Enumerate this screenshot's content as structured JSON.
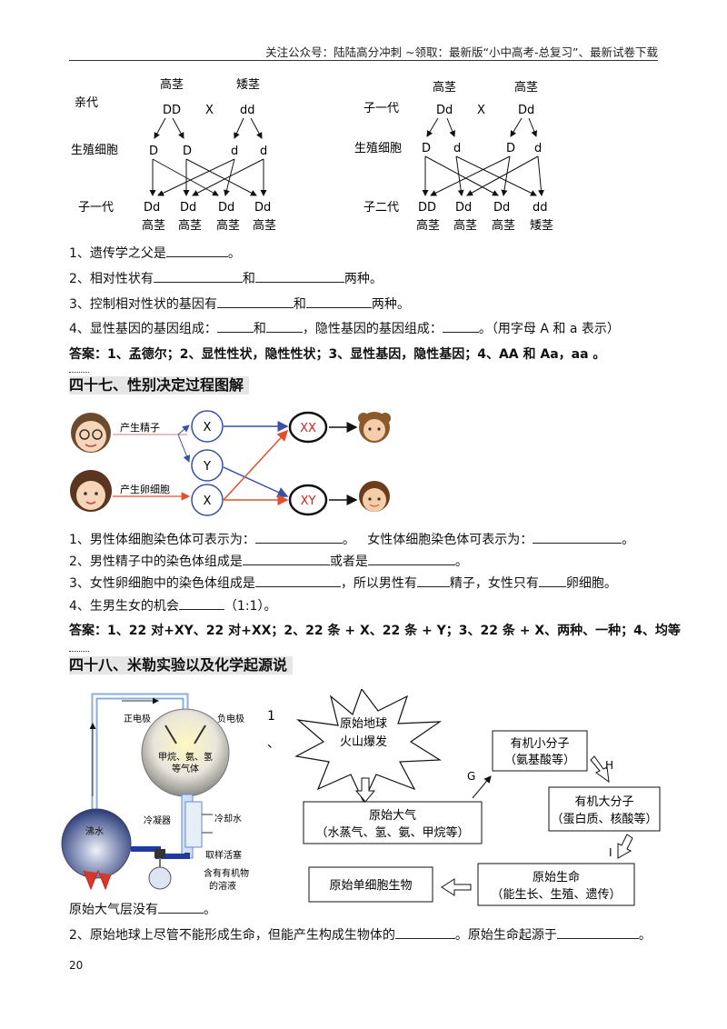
{
  "header": {
    "text": "关注公众号：陆陆高分冲刺  ~领取：最新版“小中高考-总复习”、最新试卷下载"
  },
  "cross1": {
    "parent_label": "亲代",
    "gamete_label": "生殖细胞",
    "offspring_label": "子一代",
    "p1_trait": "高茎",
    "p2_trait": "矮茎",
    "p1": "DD",
    "p2": "dd",
    "x": "X",
    "gametes": [
      "D",
      "D",
      "d",
      "d"
    ],
    "offspring": [
      "Dd",
      "Dd",
      "Dd",
      "Dd"
    ],
    "traits": [
      "高茎",
      "高茎",
      "高茎",
      "高茎"
    ]
  },
  "cross2": {
    "parent_label": "子一代",
    "gamete_label": "生殖细胞",
    "offspring_label": "子二代",
    "p1_trait": "高茎",
    "p2_trait": "高茎",
    "p1": "Dd",
    "p2": "Dd",
    "x": "X",
    "gametes": [
      "D",
      "d",
      "D",
      "d"
    ],
    "offspring": [
      "DD",
      "Dd",
      "Dd",
      "dd"
    ],
    "traits": [
      "高茎",
      "高茎",
      "高茎",
      "矮茎"
    ]
  },
  "genetics_questions": [
    {
      "pre": "1、遗传学之父是",
      "post": "。"
    },
    {
      "pre": "2、相对性状有",
      "mid": "和",
      "post": "两种。"
    },
    {
      "pre": "3、控制相对性状的基因有",
      "mid": "和",
      "post": "两种。"
    },
    {
      "pre": "4、显性基因的基因组成：",
      "mid": "和",
      "mid2": "，隐性基因的基因组成：",
      "post": "。（用字母 A 和 a 表示）"
    }
  ],
  "answer1": "答案：1、孟德尔；2、显性性状，隐性性状；3、显性基因，隐性基因；4、AA 和 Aa，aa 。",
  "section47": {
    "title": "四十七、性别决定过程图解"
  },
  "sex_diagram": {
    "sperm_label": "产生精子",
    "egg_label": "产生卵细胞",
    "sperm": [
      "X",
      "Y"
    ],
    "egg": "X",
    "results": [
      "XX",
      "XY"
    ]
  },
  "sex_questions": [
    {
      "pre": "1、男性体细胞染色体可表示为：",
      "mid": "。   女性体细胞染色体可表示为：",
      "post": "。"
    },
    {
      "pre": "2、男性精子中的染色体组成是",
      "mid": "或者是",
      "post": "。"
    },
    {
      "pre": "3、女性卵细胞中的染色体组成是",
      "mid": "，所以男性有",
      "mid2": "精子，女性只有",
      "post": "卵细胞。"
    },
    {
      "pre": "4、生男生女的机会",
      "post": "（1:1）。"
    }
  ],
  "answer2": "答案：1、22 对+XY、22 对+XX；2、22 条 + X、22 条 + Y；3、22 条 + X、两种、一种；4、均等",
  "section48": {
    "title": "四十八、米勒实验以及化学起源说"
  },
  "miller": {
    "positive": "正电极",
    "negative": "负电极",
    "gases": [
      "甲烷、氨、氢",
      "等气体"
    ],
    "boiling": "沸水",
    "condenser": "冷凝器",
    "cooling": "冷却水",
    "valve": "取样活塞",
    "solution": [
      "含有有机物",
      "的溶液"
    ]
  },
  "origin": {
    "number": "1",
    "dot": "、",
    "explosion": [
      "原始地球",
      "火山爆发"
    ],
    "atmosphere": [
      "原始大气",
      "（水蒸气、氢、氨、甲烷等）"
    ],
    "small": [
      "有机小分子",
      "（氨基酸等）"
    ],
    "large": [
      "有机大分子",
      "（蛋白质、核酸等）"
    ],
    "life": [
      "原始生命",
      "（能生长、生殖、遗传）"
    ],
    "cell": "原始单细胞生物",
    "g": "G",
    "h": "H",
    "i": "I"
  },
  "q_atmosphere": {
    "pre": "原始大气层没有",
    "post": "。"
  },
  "q_last": {
    "pre": "2、原始地球上尽管不能形成生命，但能产生构成生物体的",
    "mid": "。原始生命起源于",
    "post": "。"
  },
  "page_number": "20"
}
